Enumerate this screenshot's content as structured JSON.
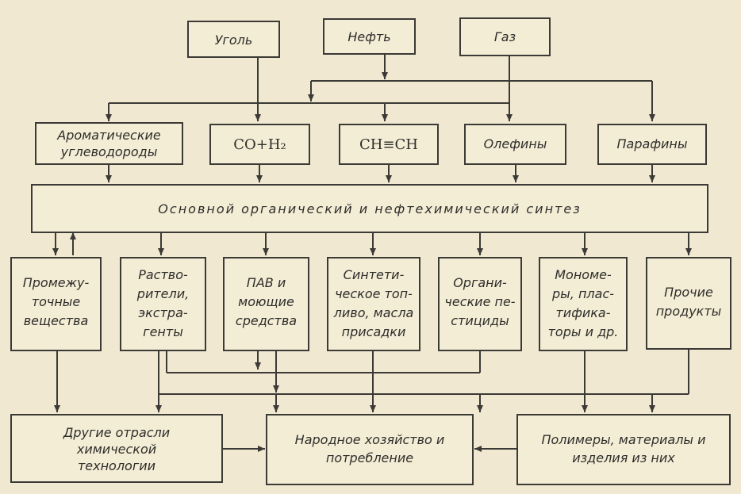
{
  "sources": {
    "coal": "Уголь",
    "oil": "Нефть",
    "gas": "Газ"
  },
  "intermediates": {
    "aromatic": [
      "Ароматические",
      "углеводороды"
    ],
    "syngas": "CO+H₂",
    "acetylene": "CH≡CH",
    "olefins": "Олефины",
    "paraffins": "Парафины"
  },
  "synthesis": "Основной органический и нефтехимический синтез",
  "products": {
    "intermediate_substances": [
      "Промежу-",
      "точные",
      "вещества"
    ],
    "solvents": [
      "Раство-",
      "рители,",
      "экстра-",
      "генты"
    ],
    "surfactants": [
      "ПАВ и",
      "моющие",
      "средства"
    ],
    "synthetic_fuels": [
      "Синтети-",
      "ческое топ-",
      "ливо, масла",
      "присадки"
    ],
    "pesticides": [
      "Органи-",
      "ческие пе-",
      "стициды"
    ],
    "monomers": [
      "Мономе-",
      "ры, плас-",
      "тифика-",
      "торы и др."
    ],
    "other": [
      "Прочие",
      "продукты"
    ]
  },
  "outputs": {
    "other_industries": [
      "Другие отрасли",
      "химической",
      "технологии"
    ],
    "economy": [
      "Народное хозяйство и",
      "потребление"
    ],
    "polymers": [
      "Полимеры, материалы и",
      "изделия из них"
    ]
  },
  "colors": {
    "paper": "#f0e8d0",
    "ink": "#3b3a36"
  }
}
